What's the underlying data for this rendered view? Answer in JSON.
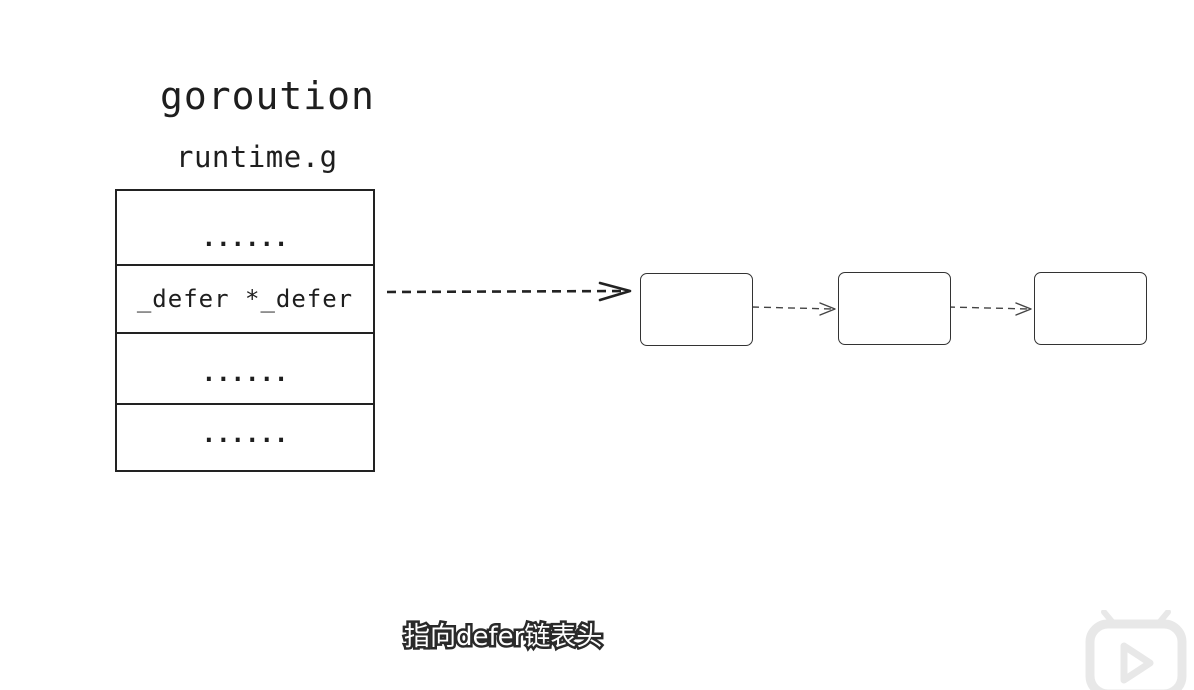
{
  "diagram": {
    "title": "goroution",
    "subtitle": "runtime.g",
    "struct_rows": [
      "......",
      "_defer *_defer",
      "......",
      "......"
    ],
    "linked_list_node_count": 3,
    "caption": "指向defer链表头"
  },
  "icons": {
    "logo": "tv-play-icon"
  },
  "colors": {
    "ink": "#222222",
    "caption_fill": "#ffffff",
    "caption_outline": "#2a2a2a",
    "logo": "#e8e8e8"
  }
}
